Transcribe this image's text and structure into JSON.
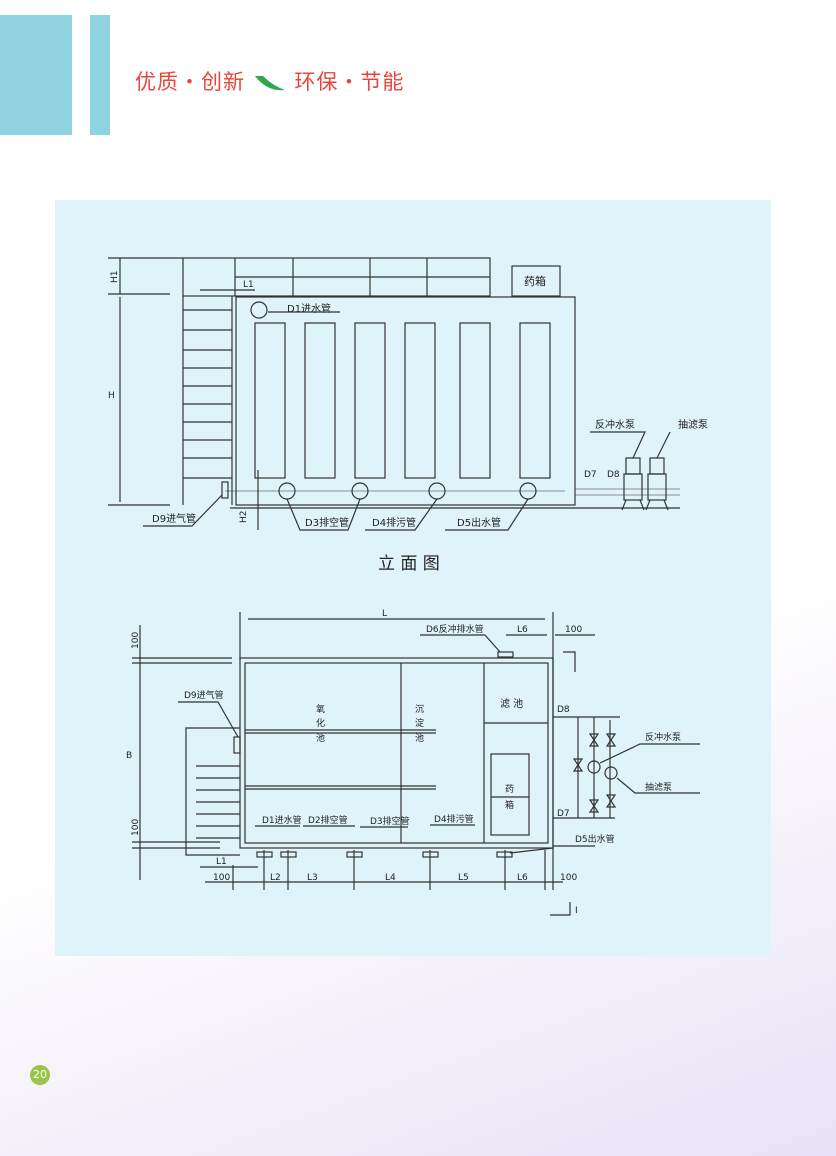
{
  "header": {
    "slogan_left": "优质・创新",
    "slogan_right": "环保・节能"
  },
  "elevation": {
    "title": "立 面 图",
    "labels": {
      "h1": "H1",
      "h": "H",
      "h2": "H2",
      "l1": "L1",
      "d1": "D1进水管",
      "medicine_box": "药箱",
      "backwash_pump": "反冲水泵",
      "suction_pump": "抽滤泵",
      "d7": "D7",
      "d8": "D8",
      "d9": "D9进气管",
      "d3": "D3排空管",
      "d4": "D4排污管",
      "d5": "D5出水管"
    }
  },
  "plan": {
    "labels": {
      "l": "L",
      "d6": "D6反冲排水管",
      "l6": "L6",
      "dim100": "100",
      "b": "B",
      "d9": "D9进气管",
      "oxidation": [
        "氧",
        "化",
        "池"
      ],
      "sedimentation": [
        "沉",
        "淀",
        "池"
      ],
      "filter": "滤 池",
      "medicine": [
        "药",
        "箱"
      ],
      "d8": "D8",
      "d7": "D7",
      "backwash_pump": "反冲水泵",
      "suction_pump": "抽滤泵",
      "d1": "D1进水管",
      "d2": "D2排空管",
      "d3": "D3排空管",
      "d4": "D4排污管",
      "d5": "D5出水管",
      "l1": "L1",
      "l2": "L2",
      "l3": "L3",
      "l4": "L4",
      "l5": "L5",
      "section": "I"
    }
  },
  "footer": {
    "page_number": "20"
  }
}
